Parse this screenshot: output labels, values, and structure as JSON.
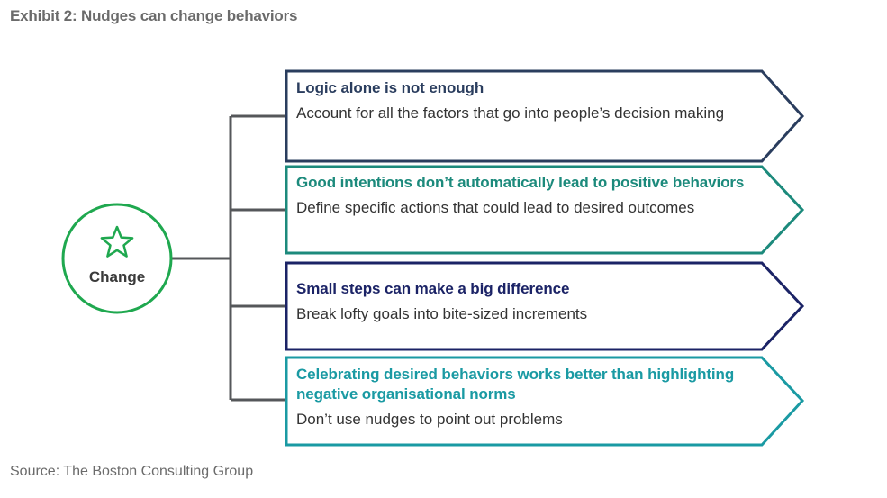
{
  "header": {
    "title": "Exhibit 2: Nudges can change behaviors"
  },
  "hub": {
    "label": "Change",
    "icon": "star-icon",
    "color": "#1fa84f"
  },
  "colors": {
    "connector": "#55575a",
    "navy": "#2a3d5e",
    "teal": "#1c8a7c",
    "indigo": "#1b2366",
    "cyan": "#1a9aa3"
  },
  "items": [
    {
      "title": "Logic alone is not enough",
      "description": "Account for all the factors that go into people’s decision making",
      "color": "#2a3d5e"
    },
    {
      "title": "Good intentions don’t automatically lead to positive behaviors",
      "description": "Define specific actions that could lead to desired outcomes",
      "color": "#1c8a7c"
    },
    {
      "title": "Small steps can make a big difference",
      "description": "Break lofty goals into bite-sized increments",
      "color": "#1b2366"
    },
    {
      "title": "Celebrating desired behaviors works better than highlighting negative organisational norms",
      "description": "Don’t use nudges to point out problems",
      "color": "#1a9aa3"
    }
  ],
  "footer": {
    "source": "Source: The Boston Consulting Group"
  }
}
